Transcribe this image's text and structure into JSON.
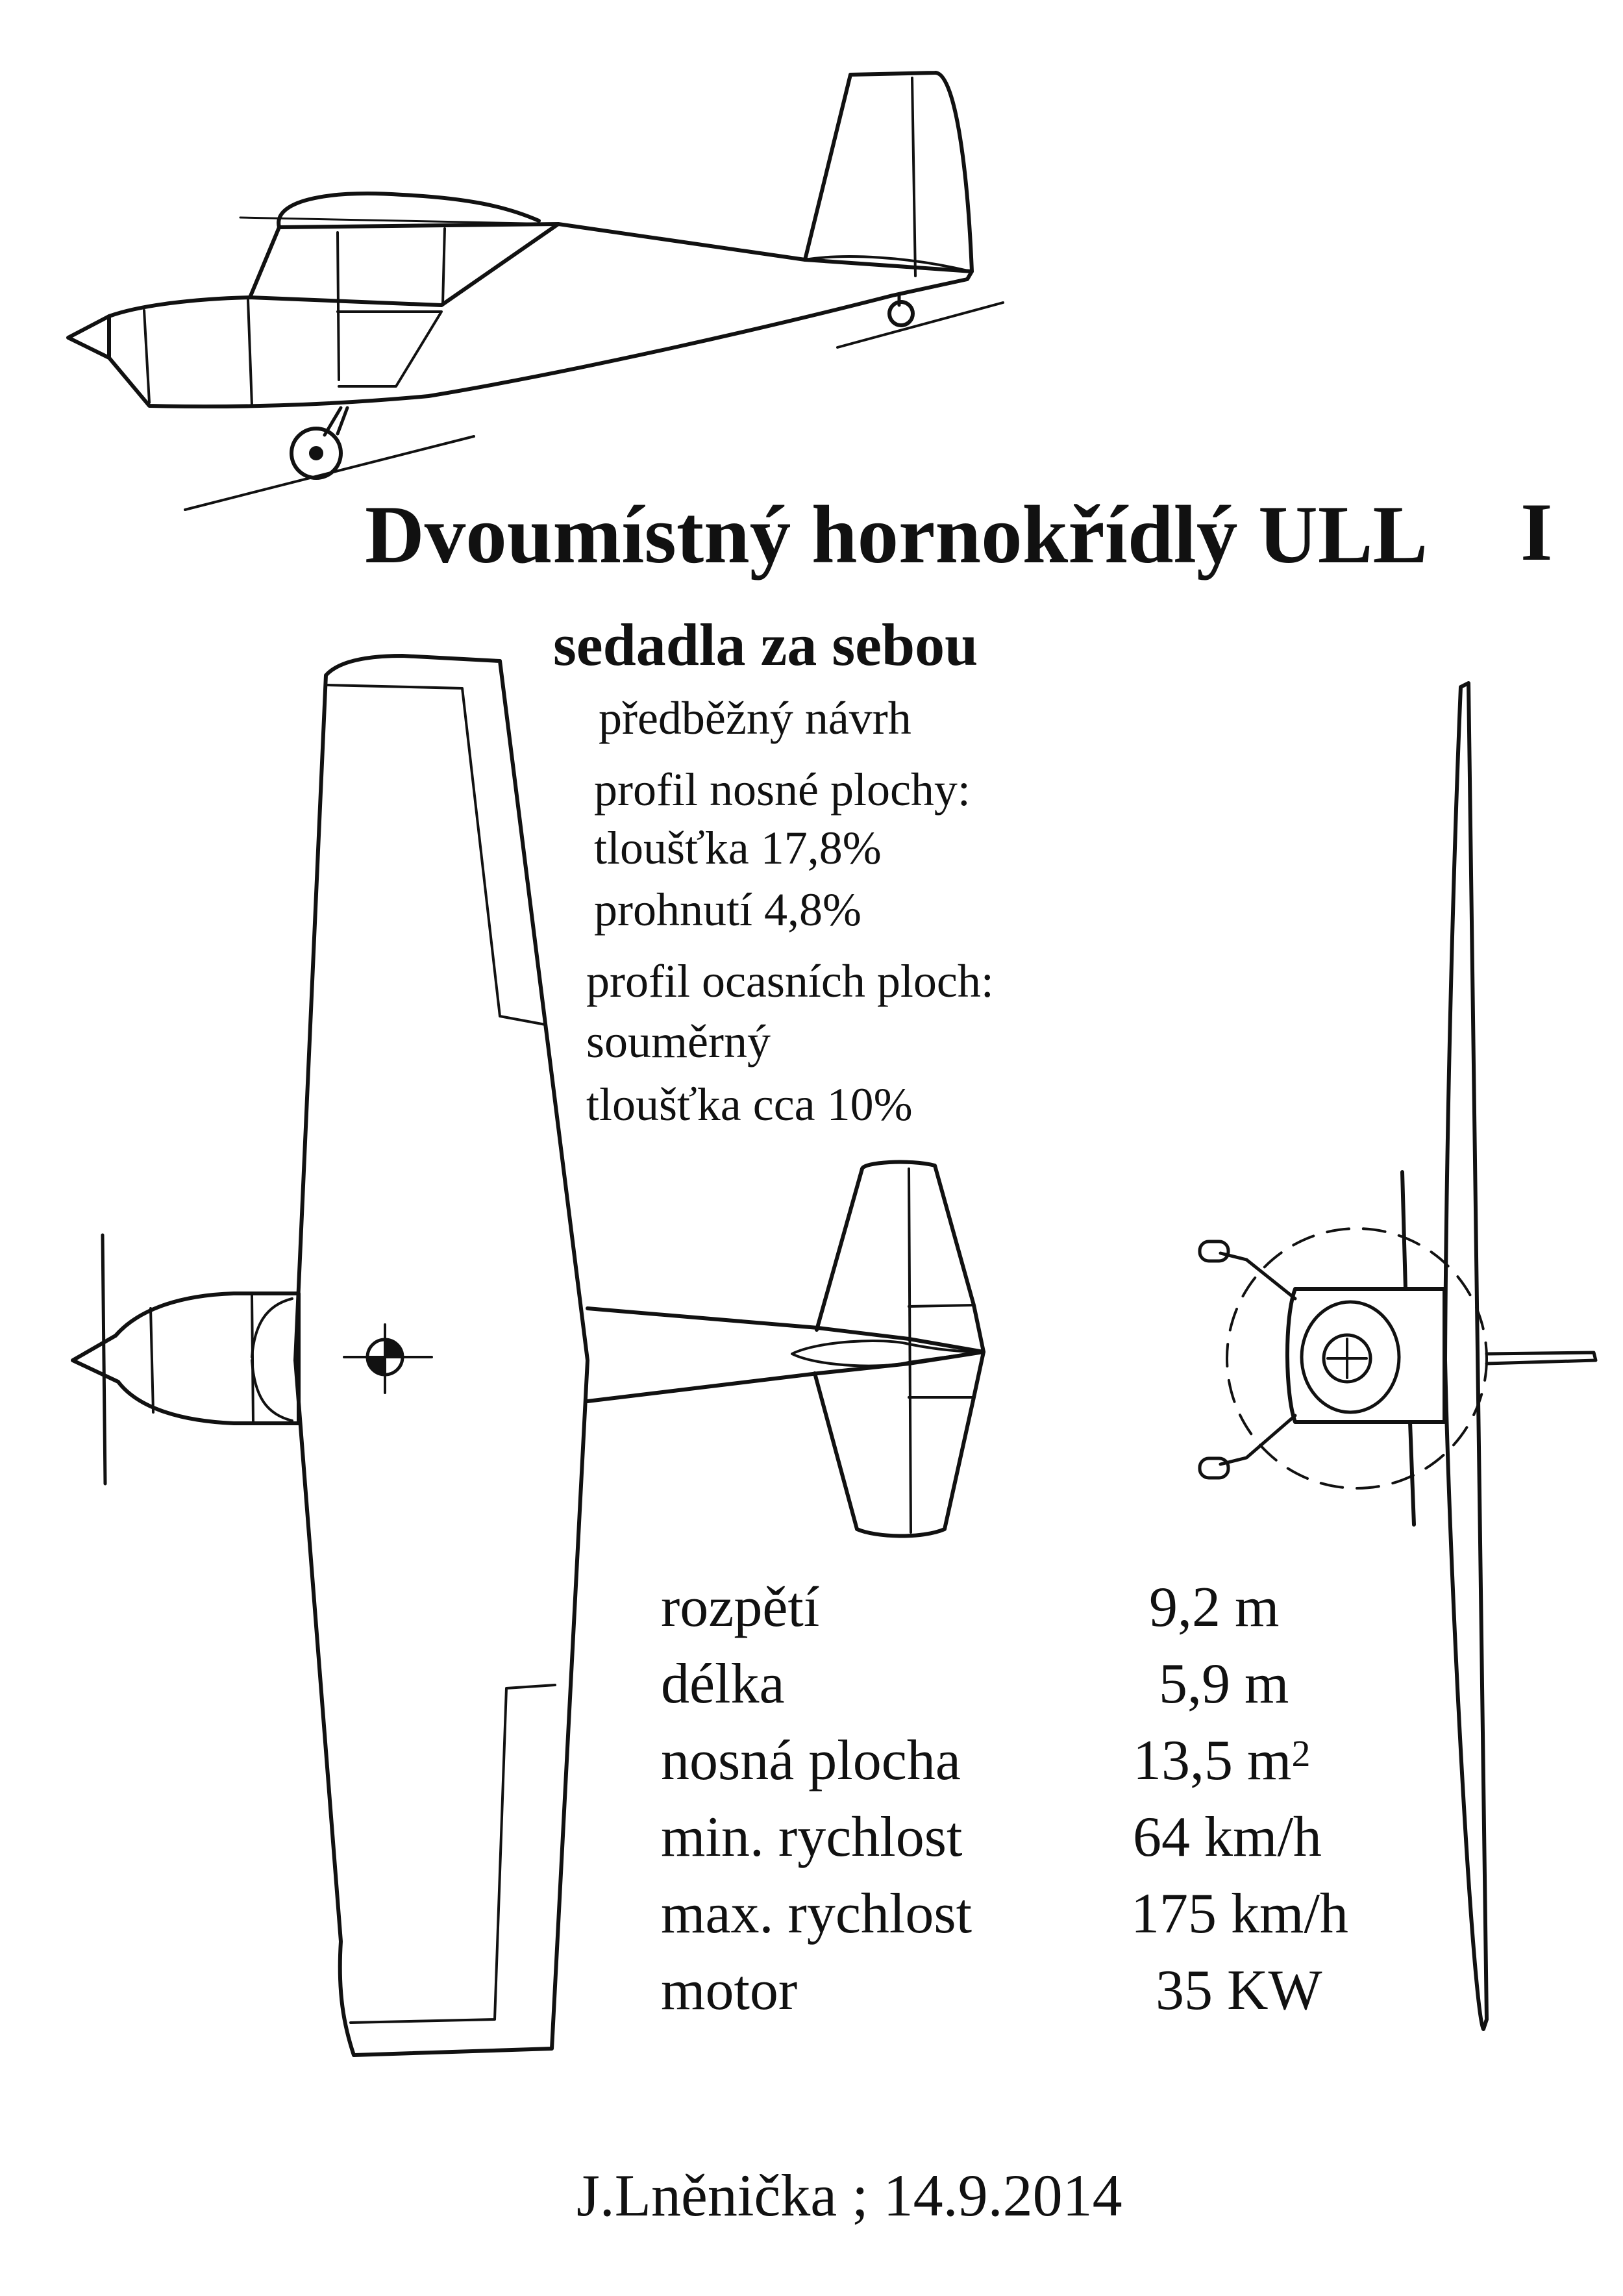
{
  "title": "Dvoumístný hornokřídlý ULL",
  "sheet_number": "I",
  "subtitle": "sedadla za sebou",
  "notes": {
    "draft": "předběžný  návrh",
    "wing_profile_heading": "profil nosné plochy:",
    "wing_thickness": "tloušťka  17,8%",
    "wing_camber": "prohnutí    4,8%",
    "tail_profile_heading": "profil ocasních ploch:",
    "tail_symmetric": "souměrný",
    "tail_thickness": "tloušťka  cca 10%"
  },
  "specs": [
    {
      "label": "rozpětí",
      "value": "9,2 m",
      "sup": ""
    },
    {
      "label": "délka",
      "value": "5,9 m",
      "sup": ""
    },
    {
      "label": "nosná plocha",
      "value": "13,5 m",
      "sup": "2"
    },
    {
      "label": "min. rychlost",
      "value": "64 km/h",
      "sup": ""
    },
    {
      "label": "max. rychlost",
      "value": "175 km/h",
      "sup": ""
    },
    {
      "label": "motor",
      "value": "35 KW",
      "sup": ""
    }
  ],
  "author": "J.Lněnička ; 14.9.2014",
  "colors": {
    "ink": "#111111",
    "paper": "#ffffff"
  }
}
